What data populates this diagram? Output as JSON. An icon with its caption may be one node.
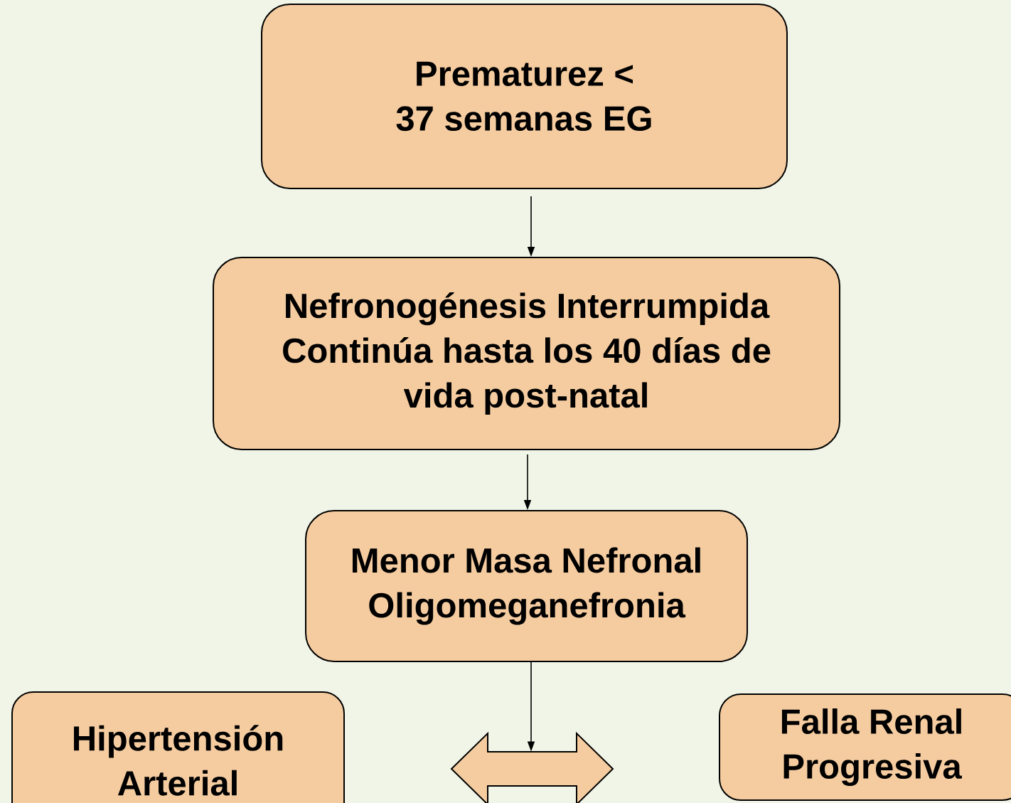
{
  "diagram": {
    "nodes": [
      {
        "text": [
          "Prematurez < 37 semanas EG"
        ]
      },
      {
        "text": [
          "Nefronogénesis Interrumpida Continúa hasta los 40 días de vida post-natal"
        ]
      },
      {
        "text": [
          "Menor Masa Nefronal Oligomeganefronia"
        ]
      },
      {
        "text": [
          "Hipertensión Arterial"
        ]
      },
      {
        "text": [],
        "shape": "arrow"
      },
      {
        "text": [
          "Falla Renal Progresiva"
        ]
      }
    ],
    "edges": [
      {
        "from": 0,
        "to": 1,
        "arrow": "to"
      },
      {
        "from": 1,
        "to": 2,
        "arrow": "to"
      },
      {
        "from": 2,
        "to": 4,
        "arrow": "to"
      }
    ]
  }
}
